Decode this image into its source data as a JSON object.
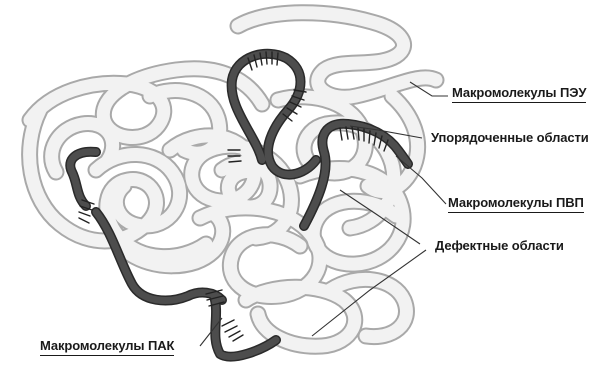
{
  "labels": {
    "peu": "Макромолекулы ПЭУ",
    "ordered": "Упорядоченные области",
    "pvp": "Макромолекулы ПВП",
    "defect": "Дефектные области",
    "pak": "Макромолекулы ПАК"
  },
  "colors": {
    "light_strand": "#f2f2f2",
    "light_outline": "#a9a9a9",
    "dark_strand": "#4d4d4d",
    "dark_outline": "#2a2a2a",
    "hatch": "#222222",
    "leader": "#333333"
  }
}
